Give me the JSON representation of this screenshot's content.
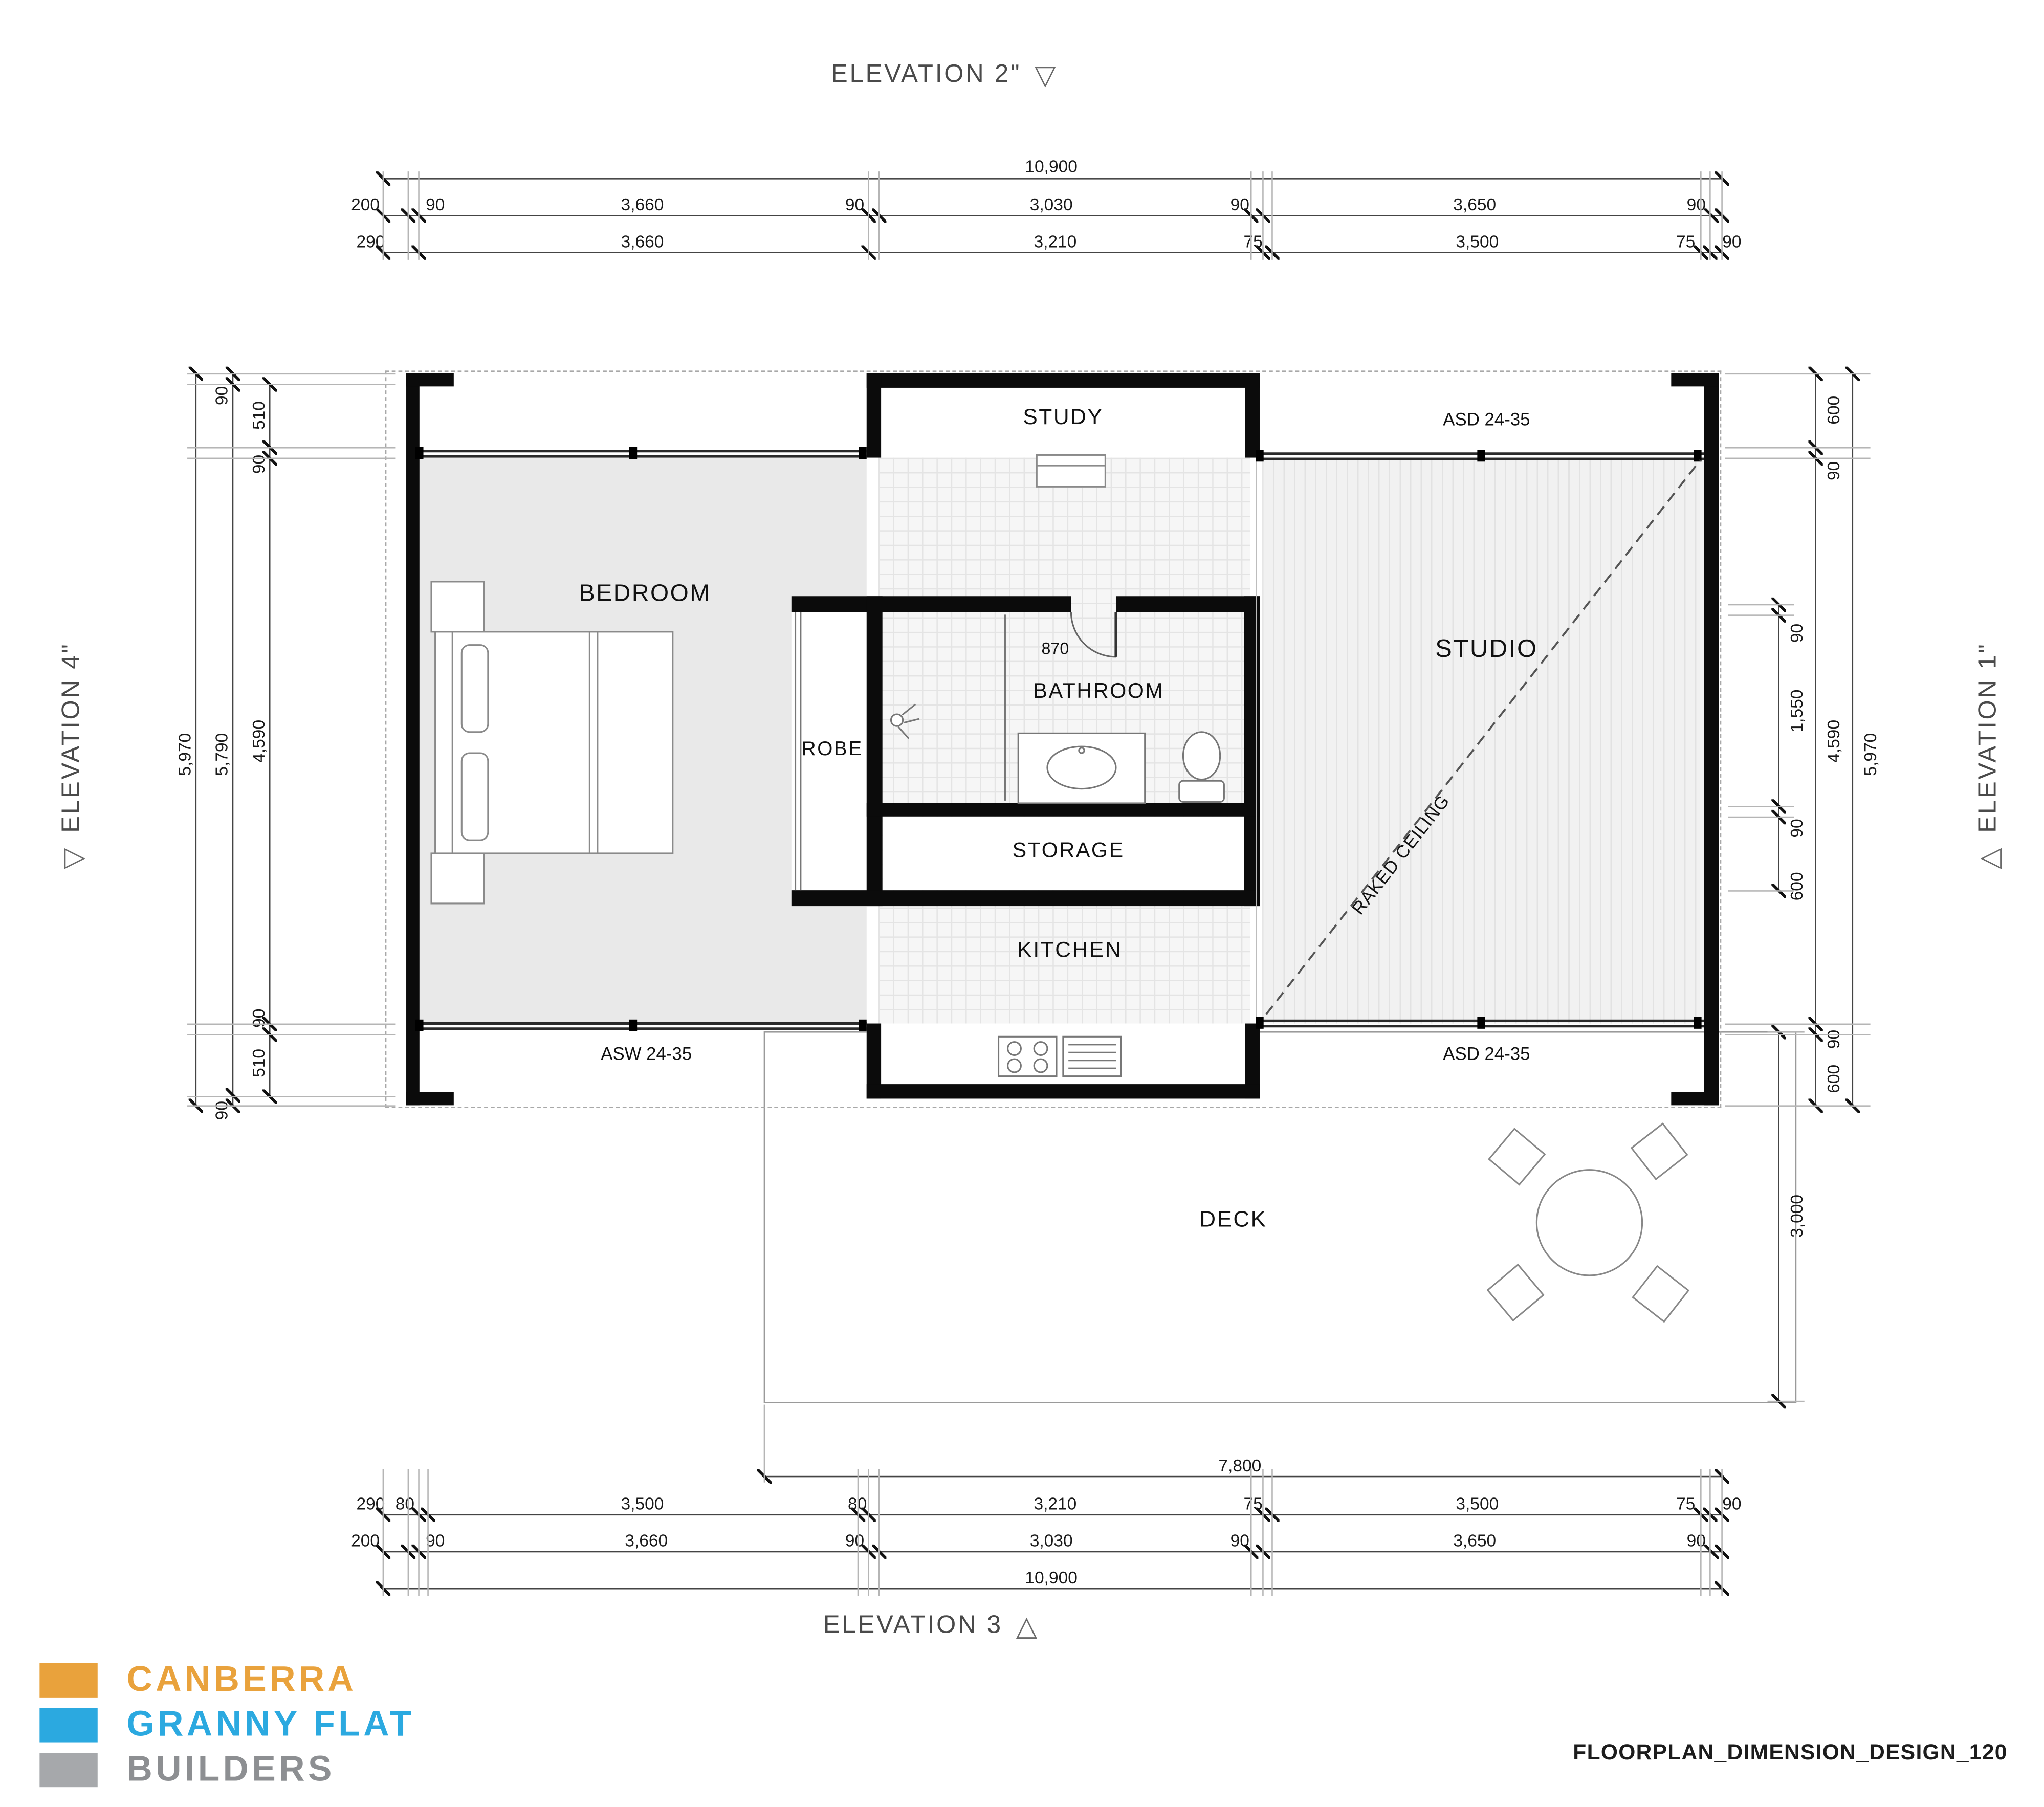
{
  "title_block": {
    "drawing_code": "FLOORPLAN_DIMENSION_DESIGN_120"
  },
  "logo": {
    "line1": "CANBERRA",
    "line2": "GRANNY FLAT",
    "line3": "BUILDERS",
    "colors": {
      "orange": "#E9A23C",
      "blue": "#2BA9E0",
      "gray": "#A6A8AB",
      "gray_text": "#8D8F92"
    }
  },
  "elevation_markers": {
    "top": "ELEVATION 2\"",
    "bottom": "ELEVATION 3",
    "left": "ELEVATION 4\"",
    "right": "ELEVATION 1\""
  },
  "rooms": {
    "bedroom": "BEDROOM",
    "study": "STUDY",
    "bathroom": "BATHROOM",
    "robe": "ROBE",
    "storage": "STORAGE",
    "kitchen": "KITCHEN",
    "studio": "STUDIO",
    "deck": "DECK"
  },
  "annotations": {
    "raked_ceiling": "RAKED CEILING",
    "bathroom_door_width": "870",
    "window_top_right": "ASD 24-35",
    "window_bottom_left": "ASW 24-35",
    "window_bottom_right": "ASD 24-35"
  },
  "dimensions": {
    "top": {
      "overall": "10,900",
      "chain1": [
        "200",
        "90",
        "3,660",
        "90",
        "3,030",
        "90",
        "3,650",
        "90"
      ],
      "chain2": [
        "290",
        "3,660",
        "3,210",
        "75",
        "3,500",
        "75",
        "90"
      ]
    },
    "bottom": {
      "deck_width": "7,800",
      "chain1": [
        "290",
        "80",
        "3,500",
        "80",
        "3,210",
        "75",
        "3,500",
        "75",
        "90"
      ],
      "chain2": [
        "200",
        "90",
        "3,660",
        "90",
        "3,030",
        "90",
        "3,650",
        "90"
      ],
      "overall": "10,900"
    },
    "left": {
      "overall": "5,970",
      "chain1": [
        "90",
        "5,790",
        "90"
      ],
      "chain2": [
        "510",
        "90",
        "4,590",
        "90",
        "510"
      ]
    },
    "right": {
      "overall": "5,970",
      "chain1": [
        "600",
        "90",
        "4,590",
        "90",
        "600"
      ],
      "chain2": [
        "90",
        "1,550",
        "90",
        "600"
      ],
      "deck_depth": "3,000"
    }
  }
}
